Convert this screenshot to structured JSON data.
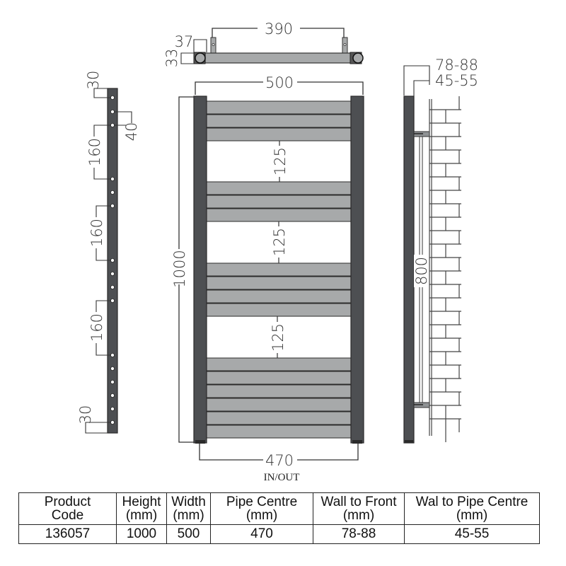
{
  "colors": {
    "column": "#4d4f52",
    "column_edge": "#2a2a2a",
    "bar": "#a7a9aa",
    "bar_edge": "#2b2b2b",
    "line": "#333333",
    "hole": "#ffffff"
  },
  "top_view": {
    "bracket_centres": "390",
    "bracket_width": "37",
    "bracket_depth": "33"
  },
  "front_view": {
    "overall_width": "500",
    "overall_height": "1000",
    "pipe_centres": "470",
    "connection_label": "IN/OUT",
    "gap_labels": [
      "125",
      "125",
      "125"
    ],
    "bar_groups": [
      {
        "bars": 3
      },
      {
        "bars": 3
      },
      {
        "bars": 4
      },
      {
        "bars": 6
      }
    ]
  },
  "rail_view": {
    "top_offset": "30",
    "bottom_offset": "30",
    "hole_pitch": "40",
    "group_spacings": [
      "160",
      "160",
      "160"
    ],
    "hole_count": 16
  },
  "side_view": {
    "wall_to_front": "78-88",
    "wall_to_pipe_centre": "45-55",
    "bracket_spacing": "800"
  },
  "spec_table": {
    "headers": [
      [
        "Product",
        "Code"
      ],
      [
        "Height",
        "(mm)"
      ],
      [
        "Width",
        "(mm)"
      ],
      [
        "Pipe Centre",
        "(mm)"
      ],
      [
        "Wall to Front",
        "(mm)"
      ],
      [
        "Wal to Pipe Centre",
        "(mm)"
      ]
    ],
    "rows": [
      [
        "136057",
        "1000",
        "500",
        "470",
        "78-88",
        "45-55"
      ]
    ]
  }
}
